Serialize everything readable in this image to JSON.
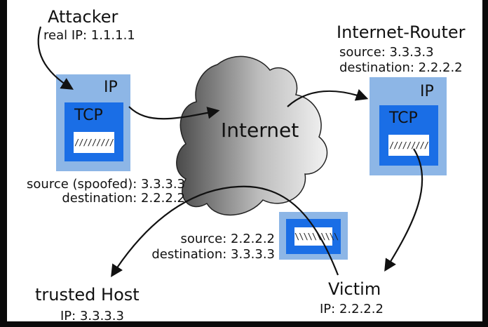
{
  "attacker": {
    "title": "Attacker",
    "real_ip": "real IP: 1.1.1.1",
    "packet": {
      "ip_label": "IP",
      "tcp_label": "TCP",
      "payload": "/////////"
    },
    "source": "source (spoofed): 3.3.3.3",
    "destination": "destination: 2.2.2.2"
  },
  "internet": {
    "label": "Internet"
  },
  "router": {
    "title": "Internet-Router",
    "source": "source: 3.3.3.3",
    "destination": "destination: 2.2.2.2",
    "packet": {
      "ip_label": "IP",
      "tcp_label": "TCP",
      "payload": "/////////"
    }
  },
  "reply": {
    "source": "source: 2.2.2.2",
    "destination": "destination: 3.3.3.3",
    "packet": {
      "payload": "\\\\\\\\\\\\\\\\\\\\"
    }
  },
  "trusted_host": {
    "title": "trusted Host",
    "ip": "IP: 3.3.3.3"
  },
  "victim": {
    "title": "Victim",
    "ip": "IP: 2.2.2.2"
  },
  "colors": {
    "ip_box": "#8db6e6",
    "tcp_box": "#1a6ee6",
    "payload": "#ffffff",
    "frame": "#0a0a0a",
    "cloud_light": "#f2f2f2",
    "cloud_dark": "#4a4a4a"
  }
}
